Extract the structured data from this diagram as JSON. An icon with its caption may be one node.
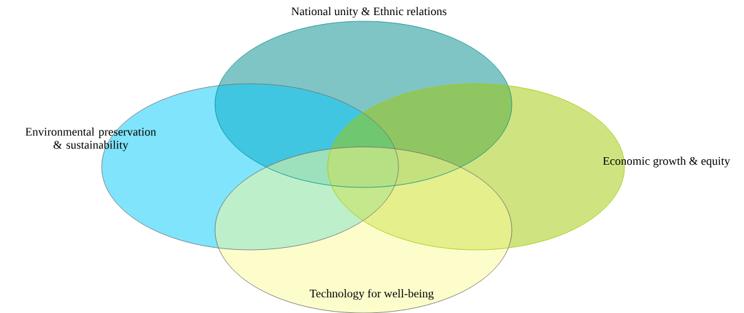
{
  "diagram": {
    "nodes": [
      {
        "text": [
          "National unity & Ethnic relations"
        ]
      },
      {
        "text": [
          "Environmental preservation & sustainability"
        ]
      },
      {
        "text": [
          "Economic growth & equity"
        ]
      },
      {
        "text": [
          "Technology for well-being"
        ]
      }
    ]
  }
}
